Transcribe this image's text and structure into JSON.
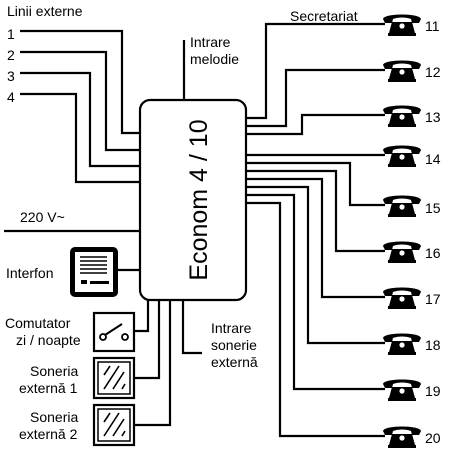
{
  "device": {
    "label": "Econom 4 / 10"
  },
  "external_lines": {
    "heading": "Linii externe",
    "lines": [
      "1",
      "2",
      "3",
      "4"
    ]
  },
  "inputs": {
    "melody": [
      "Intrare",
      "melodie"
    ],
    "power": "220 V~",
    "intercom": "Interfon",
    "switch": [
      "Comutator",
      "zi / noapte"
    ],
    "bell1": [
      "Soneria",
      "externă 1"
    ],
    "bell2": [
      "Soneria",
      "externă 2"
    ],
    "bell_input": [
      "Intrare",
      "sonerie",
      "externă"
    ]
  },
  "extensions": {
    "secretary_label": "Secretariat",
    "numbers": [
      "11",
      "12",
      "13",
      "14",
      "15",
      "16",
      "17",
      "18",
      "19",
      "20"
    ]
  }
}
